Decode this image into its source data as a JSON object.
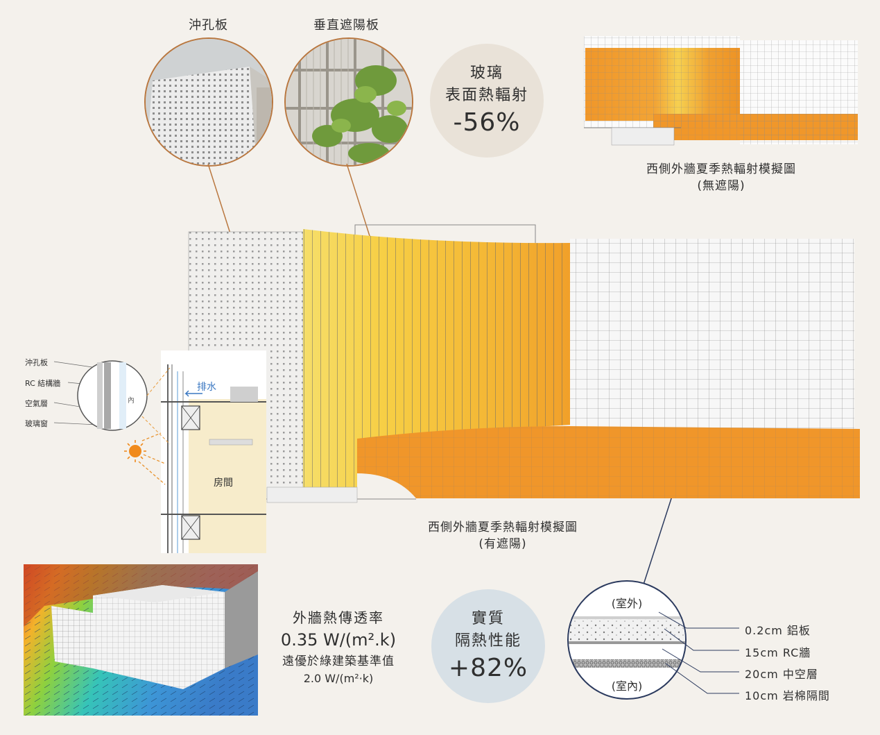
{
  "top_labels": {
    "perforated_panel": "沖孔板",
    "vertical_louver": "垂直遮陽板"
  },
  "stat_glass": {
    "line1": "玻璃",
    "line2": "表面熱輻射",
    "value": "-56%"
  },
  "sim_no_shade": {
    "title": "西側外牆夏季熱輻射模擬圖",
    "sub": "(無遮陽)"
  },
  "sim_with_shade": {
    "title": "西側外牆夏季熱輻射模擬圖",
    "sub": "(有遮陽)"
  },
  "section_detail": {
    "labels": [
      "沖孔板",
      "RC 結構牆",
      "空氣層",
      "玻璃窗"
    ],
    "drain": "排水",
    "room": "房間",
    "inner_mark": "內"
  },
  "uvalue": {
    "title": "外牆熱傳透率",
    "value": "0.35 W/(m².k)",
    "compare": "遠優於綠建築基準值",
    "baseline": "2.0 W/(m²·k)"
  },
  "stat_insulation": {
    "line1": "實質",
    "line2": "隔熱性能",
    "value": "+82%"
  },
  "wall_section": {
    "outside": "(室外)",
    "inside": "(室內)",
    "layers": [
      "0.2cm 鋁板",
      "15cm RC牆",
      "20cm 中空層",
      "10cm 岩棉隔間"
    ]
  },
  "colors": {
    "accent": "#b9773f",
    "orange": "#f09a27",
    "yellow": "#f6d24a",
    "navy": "#2b3a5e",
    "blue": "#3b78c2"
  }
}
